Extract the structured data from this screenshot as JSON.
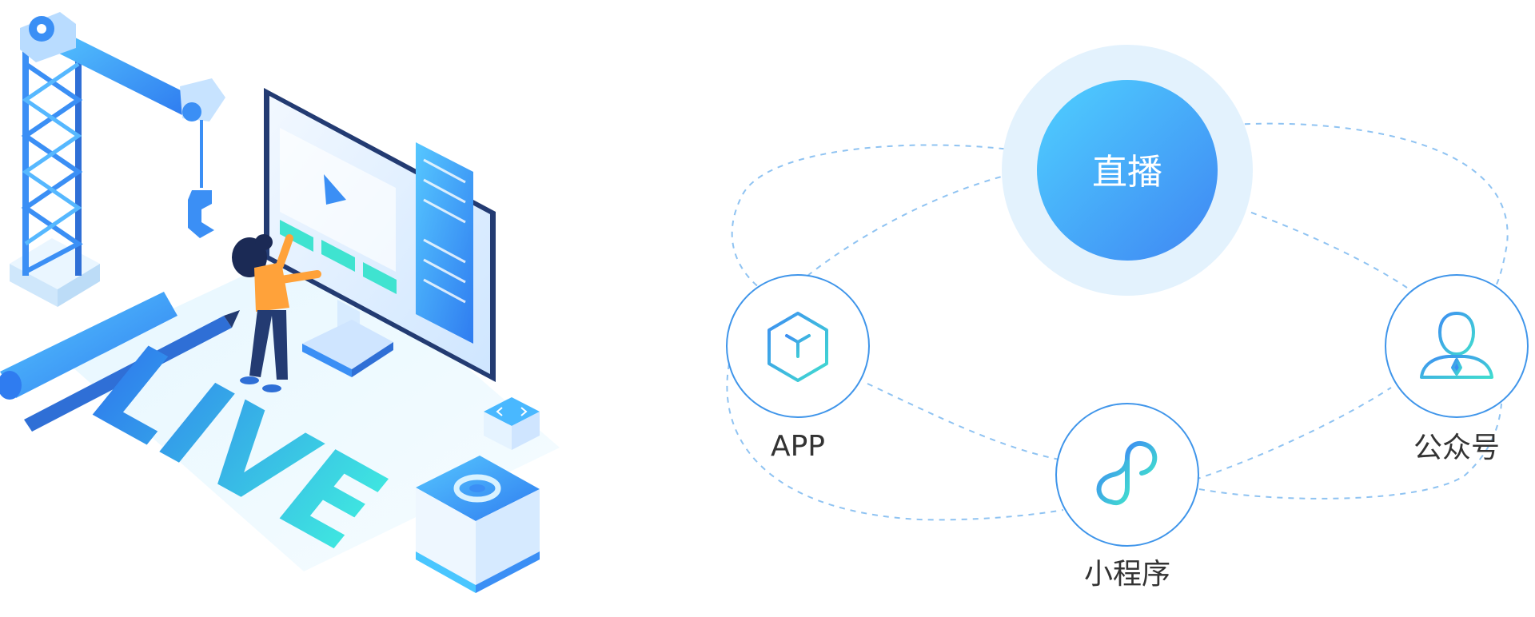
{
  "diagram": {
    "center": {
      "label": "直播",
      "icon": "broadcast-hub"
    },
    "nodes": [
      {
        "id": "app",
        "label": "APP",
        "icon": "cube-icon"
      },
      {
        "id": "mini-program",
        "label": "小程序",
        "icon": "mini-program-icon"
      },
      {
        "id": "official-account",
        "label": "公众号",
        "icon": "user-icon"
      }
    ],
    "connector_style": "dashed"
  },
  "illustration": {
    "banner_text": "LIVE",
    "icons": [
      "crane-icon",
      "monitor-icon",
      "play-icon",
      "person-icon",
      "pencil-icon",
      "gear-icon",
      "code-icon"
    ]
  },
  "colors": {
    "accent_blue": "#3b8ff5",
    "light_blue": "#49c6ff",
    "teal": "#3fe3d0",
    "dark_navy": "#233b72",
    "orange": "#ffa23a",
    "dashed_line": "#8fc3f2",
    "node_ring": "#3f95ea"
  }
}
